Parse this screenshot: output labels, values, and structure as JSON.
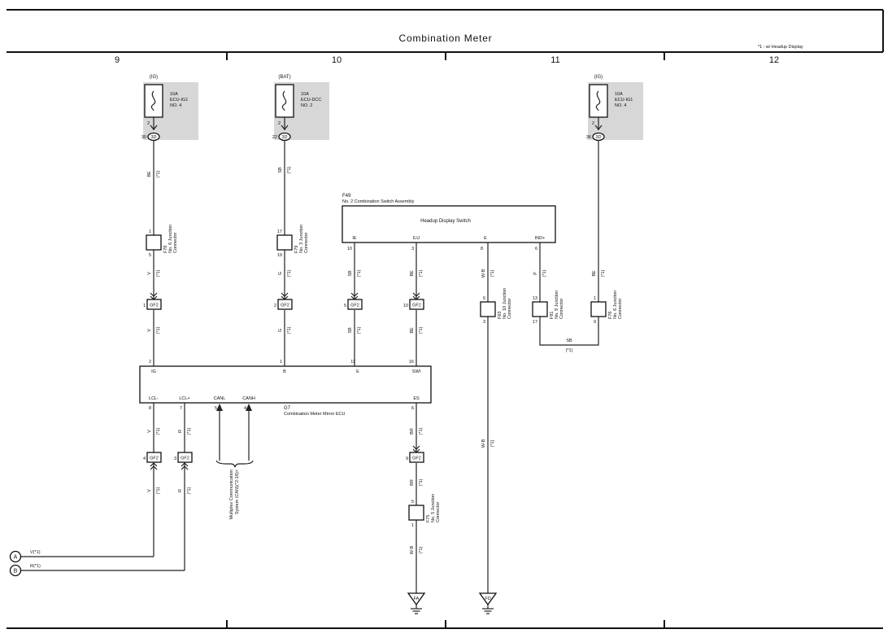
{
  "title": "Combination Meter",
  "note": "*1 : w/ Headup Display",
  "columns": [
    "9",
    "10",
    "11",
    "12"
  ],
  "fuses": [
    {
      "source": "(IG)",
      "rating": "10A",
      "name1": "ECU-IG1",
      "name2": "NO. 4",
      "pin_top": "2",
      "pin_left": "30",
      "conn": "3D"
    },
    {
      "source": "(BAT)",
      "rating": "10A",
      "name1": "ECU-DCC",
      "name2": "NO. 2",
      "pin_top": "2",
      "pin_left": "22",
      "conn": "3D"
    },
    {
      "source": "(IG)",
      "rating": "10A",
      "name1": "ECU-IG1",
      "name2": "NO. 4",
      "pin_top": "2",
      "pin_left": "36",
      "conn": "3D"
    }
  ],
  "switch_assembly": {
    "code": "F49",
    "name": "No. 2 Combination Switch Assembly",
    "label": "Headup Display Switch",
    "pins": [
      {
        "name": "IE",
        "num": "10"
      },
      {
        "name": "ILU",
        "num": "3"
      },
      {
        "name": "E",
        "num": "8"
      },
      {
        "name": "IND+",
        "num": "6"
      }
    ]
  },
  "ecu": {
    "code": "G7",
    "name": "Combination Meter Mirror ECU",
    "top_pins": [
      {
        "name": "IG",
        "num": "2"
      },
      {
        "name": "B",
        "num": "1"
      },
      {
        "name": "E",
        "num": "11"
      },
      {
        "name": "SWI",
        "num": "16"
      }
    ],
    "bottom_pins": [
      {
        "name": "LCL-",
        "num": "8"
      },
      {
        "name": "LCL+",
        "num": "7"
      },
      {
        "name": "CANL",
        "num": "5"
      },
      {
        "name": "CANH",
        "num": "4"
      },
      {
        "name": "ES",
        "num": "6"
      }
    ]
  },
  "junctions": [
    {
      "code": "F76",
      "name1": "No. 6 Junction",
      "name2": "Connector",
      "pin_top": "1",
      "pin_bottom": "5"
    },
    {
      "code": "F79",
      "name1": "No. 3 Junction",
      "name2": "Connector",
      "pin_top": "17",
      "pin_bottom": "19"
    },
    {
      "code": "F63",
      "name1": "No. 10 Junction",
      "name2": "Connector",
      "pin_top": "6",
      "pin_bottom": "3"
    },
    {
      "code": "F81",
      "name1": "No. 9 Junction",
      "name2": "Connector",
      "pin_top": "13",
      "pin_bottom": "17"
    },
    {
      "code": "F76",
      "name1": "No. 6 Junction",
      "name2": "Connector",
      "pin_top": "1",
      "pin_bottom": "9"
    },
    {
      "code": "F75",
      "name1": "No. 5 Junction",
      "name2": "Connector",
      "pin_top": "5",
      "pin_bottom": "1"
    }
  ],
  "gf2": [
    {
      "label": "GF2",
      "pin": "1"
    },
    {
      "label": "GF2",
      "pin": "2"
    },
    {
      "label": "GF2",
      "pin": "5"
    },
    {
      "label": "GF2",
      "pin": "10"
    },
    {
      "label": "GF2",
      "pin": "4"
    },
    {
      "label": "GF2",
      "pin": "3"
    },
    {
      "label": "GF2",
      "pin": "9"
    }
  ],
  "wires": {
    "w1": {
      "color": "BE",
      "tag": "(*1)"
    },
    "w2": {
      "color": "V",
      "tag": "(*1)"
    },
    "w3": {
      "color": "V",
      "tag": "(*1)"
    },
    "w4": {
      "color": "SB",
      "tag": "(*1)"
    },
    "w5": {
      "color": "G",
      "tag": "(*1)"
    },
    "w6": {
      "color": "G",
      "tag": "(*1)"
    },
    "w7": {
      "color": "SB",
      "tag": "(*1)"
    },
    "w8": {
      "color": "SB",
      "tag": "(*1)"
    },
    "w9": {
      "color": "BE",
      "tag": "(*1)"
    },
    "w10": {
      "color": "BE",
      "tag": "(*1)"
    },
    "w11": {
      "color": "W-B",
      "tag": "(*1)"
    },
    "w12": {
      "color": "W-B",
      "tag": "(*1)"
    },
    "w13": {
      "color": "P",
      "tag": "(*1)"
    },
    "w14": {
      "color": "BE",
      "tag": "(*1)"
    },
    "w15": {
      "color": "SB",
      "tag": "(*1)"
    },
    "w16": {
      "color": "V",
      "tag": "(*1)"
    },
    "w17": {
      "color": "V",
      "tag": "(*1)"
    },
    "w18": {
      "color": "R",
      "tag": "(*1)"
    },
    "w19": {
      "color": "R",
      "tag": "(*1)"
    },
    "w20": {
      "color": "BR",
      "tag": "(*1)"
    },
    "w21": {
      "color": "BR",
      "tag": "(*1)"
    },
    "w22": {
      "color": "W-B",
      "tag": "(*1)"
    }
  },
  "multiplex": {
    "line1": "Multiplex Communication",
    "line2": "System (CAN)(*2-18)>"
  },
  "refs": [
    {
      "letter": "A",
      "wire": "V(*1)"
    },
    {
      "letter": "B",
      "wire": "R(*1)"
    }
  ],
  "grounds": [
    "FA",
    "FD"
  ]
}
